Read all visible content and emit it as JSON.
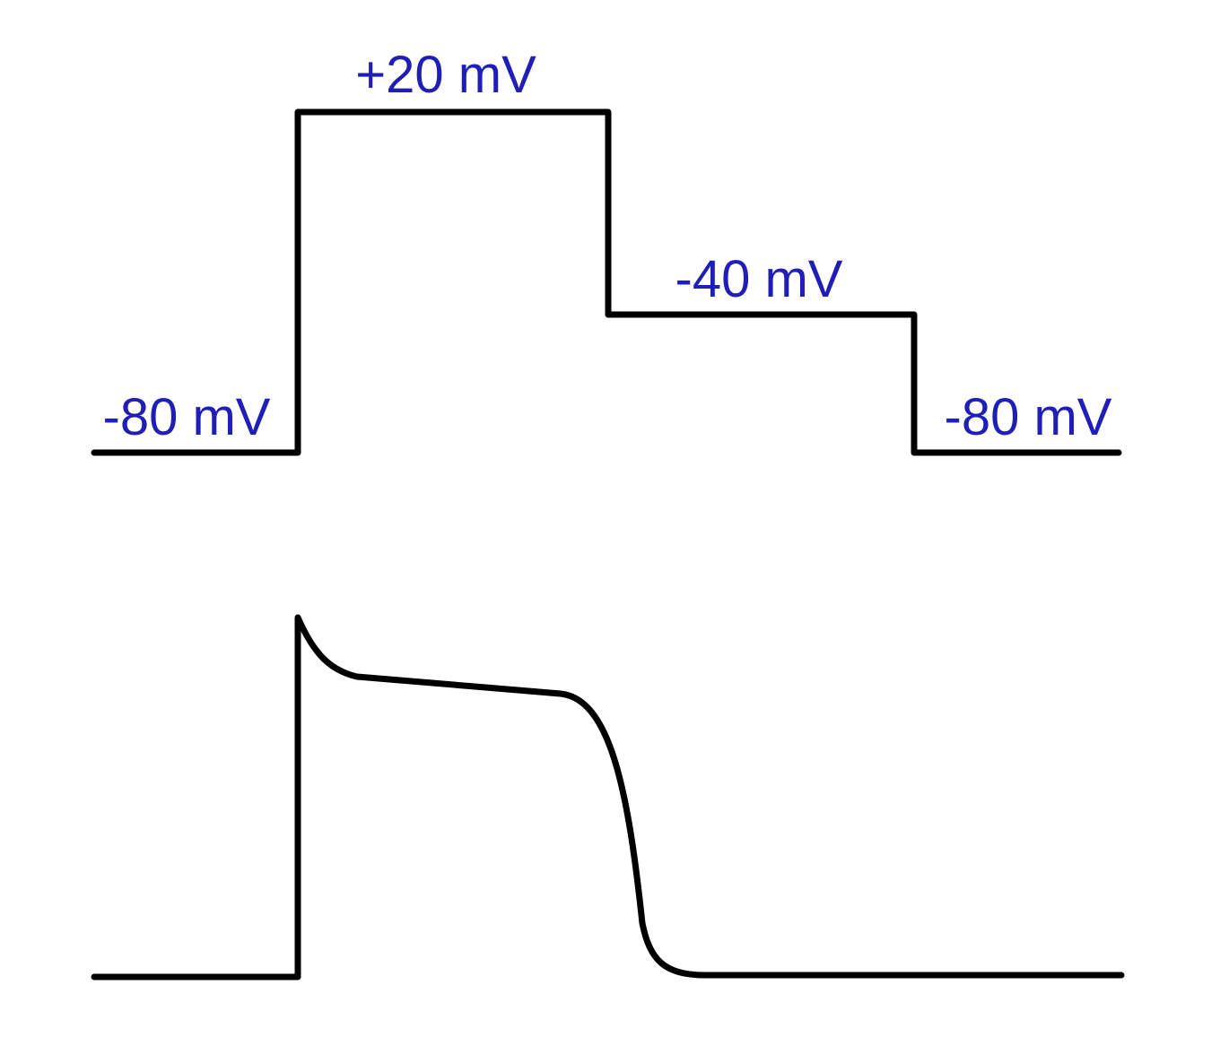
{
  "colors": {
    "trace": "#000000",
    "label": "#1f1fb8",
    "background": "#ffffff"
  },
  "voltage_protocol": {
    "steps": [
      {
        "label": "-80 mV",
        "potential_mV": -80
      },
      {
        "label": "+20 mV",
        "potential_mV": 20
      },
      {
        "label": "-40 mV",
        "potential_mV": -40
      },
      {
        "label": "-80 mV",
        "potential_mV": -80
      }
    ]
  }
}
